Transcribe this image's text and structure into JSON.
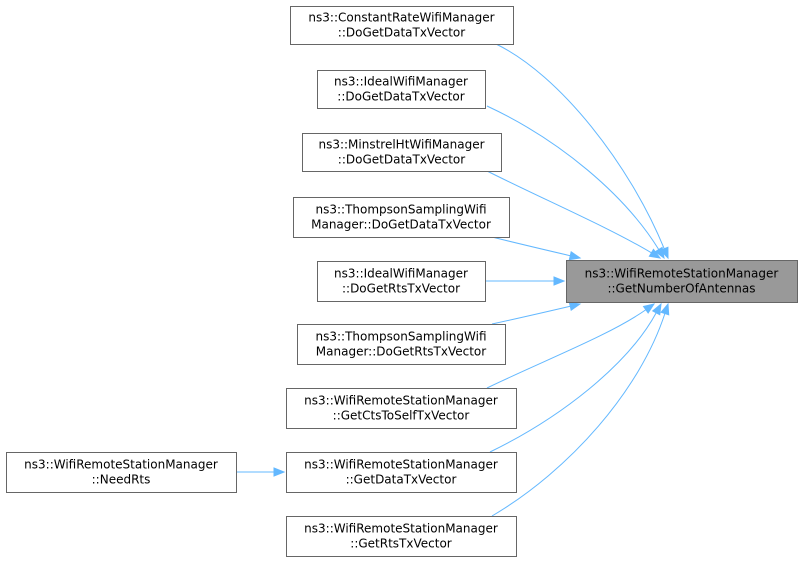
{
  "diagram": {
    "focus": {
      "id": "getnumberofantennas",
      "lines": [
        "ns3::WifiRemoteStationManager",
        "::GetNumberOfAntennas"
      ]
    },
    "callers": [
      {
        "id": "constantrate-dogetdatatxvector",
        "lines": [
          "ns3::ConstantRateWifiManager",
          "::DoGetDataTxVector"
        ],
        "target": "getnumberofantennas"
      },
      {
        "id": "ideal-dogetdatatxvector",
        "lines": [
          "ns3::IdealWifiManager",
          "::DoGetDataTxVector"
        ],
        "target": "getnumberofantennas"
      },
      {
        "id": "minstrelht-dogetdatatxvector",
        "lines": [
          "ns3::MinstrelHtWifiManager",
          "::DoGetDataTxVector"
        ],
        "target": "getnumberofantennas"
      },
      {
        "id": "thompson-dogetdatatxvector",
        "lines": [
          "ns3::ThompsonSamplingWifi",
          "Manager::DoGetDataTxVector"
        ],
        "target": "getnumberofantennas"
      },
      {
        "id": "ideal-dogetrtstxvector",
        "lines": [
          "ns3::IdealWifiManager",
          "::DoGetRtsTxVector"
        ],
        "target": "getnumberofantennas"
      },
      {
        "id": "thompson-dogetrtstxvector",
        "lines": [
          "ns3::ThompsonSamplingWifi",
          "Manager::DoGetRtsTxVector"
        ],
        "target": "getnumberofantennas"
      },
      {
        "id": "getctstoselftxvector",
        "lines": [
          "ns3::WifiRemoteStationManager",
          "::GetCtsToSelfTxVector"
        ],
        "target": "getnumberofantennas"
      },
      {
        "id": "getdatatxvector",
        "lines": [
          "ns3::WifiRemoteStationManager",
          "::GetDataTxVector"
        ],
        "target": "getnumberofantennas"
      },
      {
        "id": "getrtstxvector",
        "lines": [
          "ns3::WifiRemoteStationManager",
          "::GetRtsTxVector"
        ],
        "target": "getnumberofantennas"
      },
      {
        "id": "needrts",
        "lines": [
          "ns3::WifiRemoteStationManager",
          "::NeedRts"
        ],
        "target": "getdatatxvector"
      }
    ],
    "colors": {
      "edge": "#63b8ff",
      "node_border": "#666666",
      "node_fill": "#ffffff",
      "focus_fill": "#999999"
    }
  }
}
